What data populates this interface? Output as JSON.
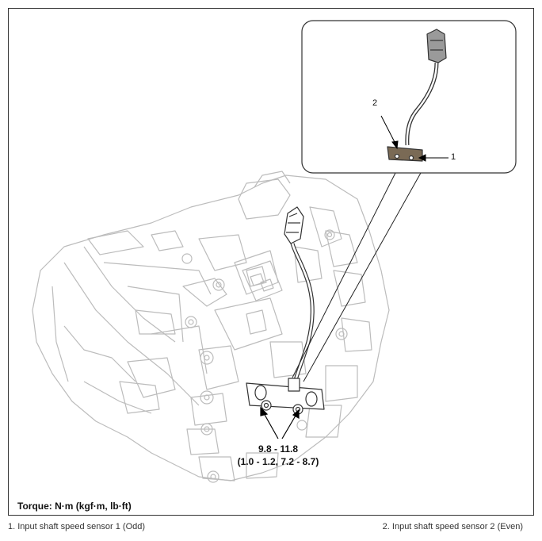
{
  "figure": {
    "torque_spec": {
      "value": "9.8 - 11.8",
      "alt_units": "(1.0 - 1.2, 7.2 - 8.7)"
    },
    "torque_note": "Torque: N·m (kgf·m, lb·ft)",
    "callouts": [
      "1",
      "2"
    ]
  },
  "captions": {
    "item1": "1. Input shaft speed sensor 1 (Odd)",
    "item2": "2. Input shaft speed sensor 2 (Even)"
  }
}
